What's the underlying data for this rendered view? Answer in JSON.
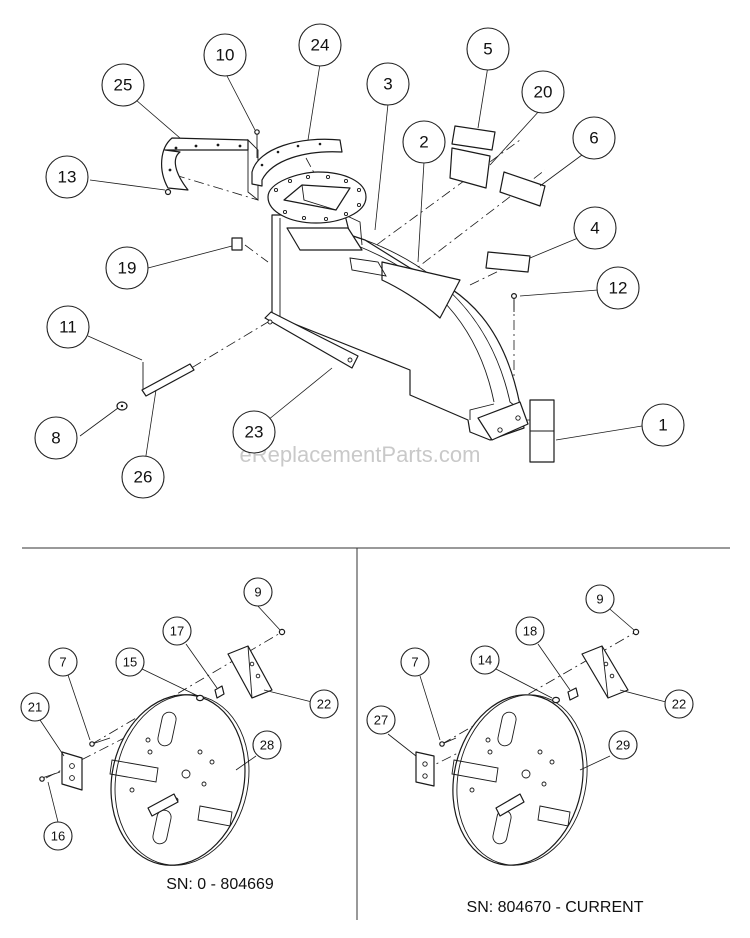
{
  "watermark": "eReplacementParts.com",
  "sn_labels": {
    "left": "SN: 0 - 804669",
    "right": "SN: 804670 - CURRENT"
  },
  "callouts": {
    "c1": "1",
    "c2": "2",
    "c3": "3",
    "c4": "4",
    "c5": "5",
    "c6": "6",
    "c8": "8",
    "c10": "10",
    "c11": "11",
    "c12": "12",
    "c13": "13",
    "c19": "19",
    "c20": "20",
    "c23": "23",
    "c24": "24",
    "c25": "25",
    "c26": "26",
    "l7": "7",
    "l9": "9",
    "l15": "15",
    "l16": "16",
    "l17": "17",
    "l21": "21",
    "l22": "22",
    "l28": "28",
    "r7": "7",
    "r9": "9",
    "r14": "14",
    "r18": "18",
    "r22": "22",
    "r27": "27",
    "r29": "29"
  }
}
